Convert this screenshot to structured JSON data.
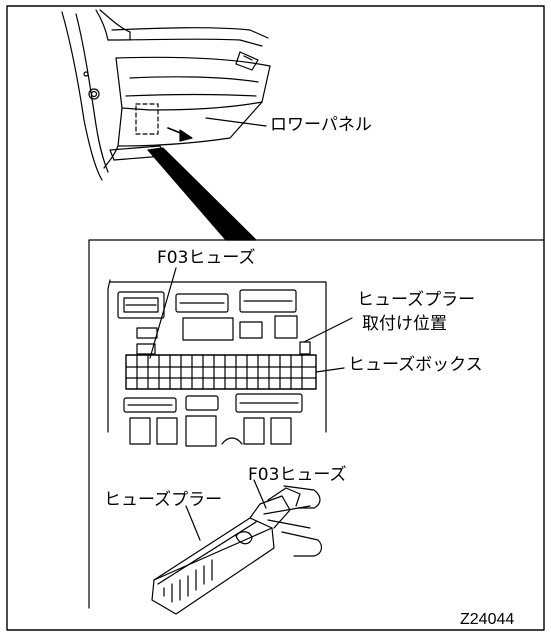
{
  "labels": {
    "lower_panel": "ロワーパネル",
    "fuse_f03_top": "F03ヒューズ",
    "fuse_puller_mount_line1": "ヒューズプラー",
    "fuse_puller_mount_line2": "取付け位置",
    "fuse_box": "ヒューズボックス",
    "fuse_f03_bottom": "F03ヒューズ",
    "fuse_puller": "ヒューズプラー",
    "figure_code": "Z24044"
  },
  "colors": {
    "line": "#000000",
    "background": "#ffffff"
  }
}
